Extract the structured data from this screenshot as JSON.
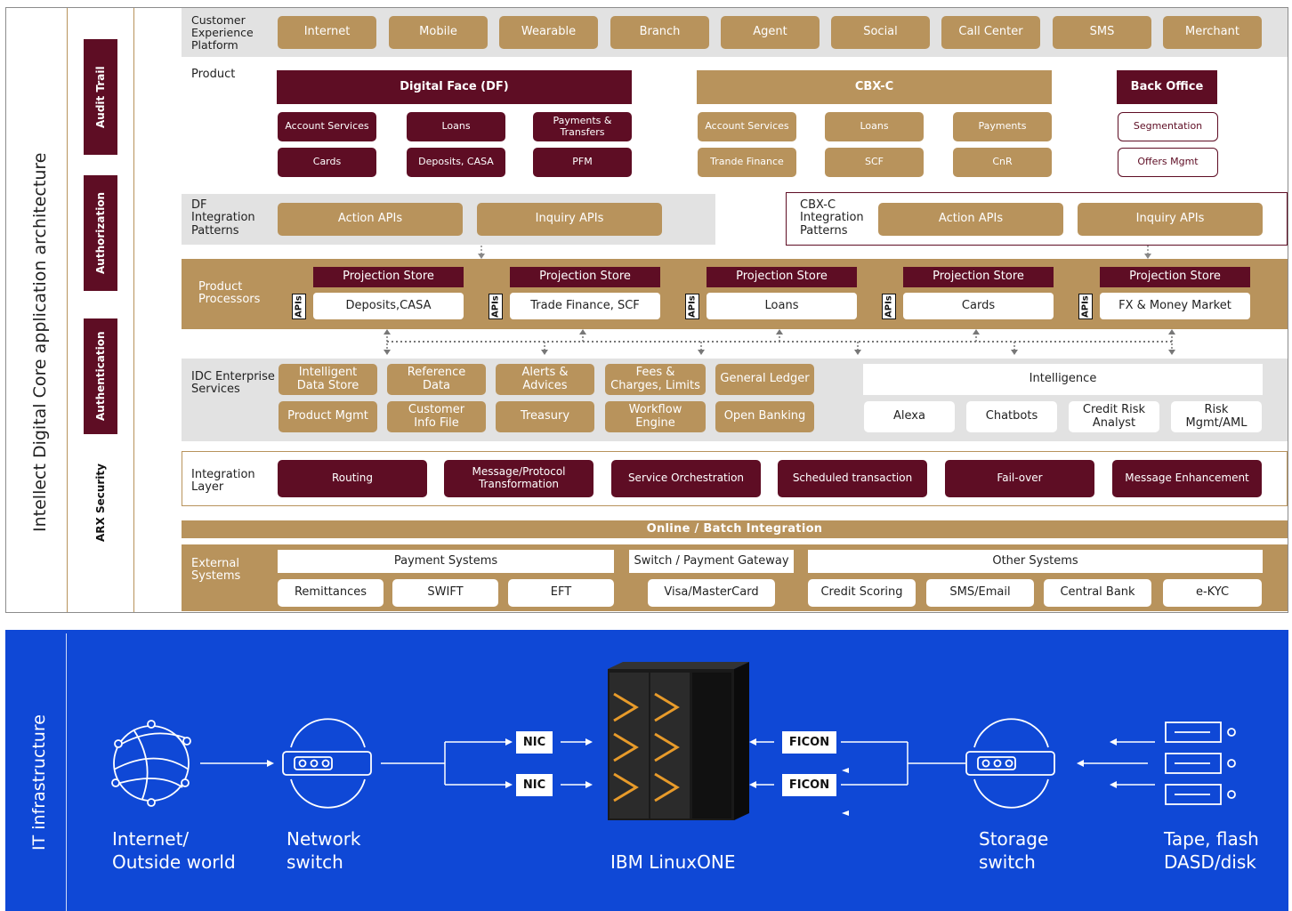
{
  "side_title": "Intellect Digital Core application architecture",
  "security_column": [
    "Audit Trail",
    "Authorization",
    "Authentication",
    "ARX Security"
  ],
  "cx_platform": {
    "label": "Customer\nExperience\nPlatform",
    "channels": [
      "Internet",
      "Mobile",
      "Wearable",
      "Branch",
      "Agent",
      "Social",
      "Call Center",
      "SMS",
      "Merchant"
    ]
  },
  "product": {
    "label": "Product",
    "df": {
      "title": "Digital Face (DF)",
      "items": [
        "Account Services",
        "Loans",
        "Payments &\nTransfers",
        "Cards",
        "Deposits, CASA",
        "PFM"
      ]
    },
    "cbxc": {
      "title": "CBX-C",
      "items": [
        "Account Services",
        "Loans",
        "Payments",
        "Trande Finance",
        "SCF",
        "CnR"
      ]
    },
    "back_office": {
      "title": "Back Office",
      "items": [
        "Segmentation",
        "Offers Mgmt"
      ]
    }
  },
  "df_integration": {
    "label": "DF\nIntegration\nPatterns",
    "apis": [
      "Action APIs",
      "Inquiry APIs"
    ]
  },
  "cbxc_integration": {
    "label": "CBX-C\nIntegration\nPatterns",
    "apis": [
      "Action APIs",
      "Inquiry APIs"
    ]
  },
  "product_processors": {
    "label": "Product\nProcessors",
    "store_title": "Projection Store",
    "apis_tag": "APIs",
    "items": [
      "Deposits,CASA",
      "Trade Finance, SCF",
      "Loans",
      "Cards",
      "FX & Money Market"
    ]
  },
  "enterprise_services": {
    "label": "IDC Enterprise\nServices",
    "items": [
      "Intelligent\nData Store",
      "Reference\nData",
      "Alerts &\nAdvices",
      "Fees &\nCharges, Limits",
      "General Ledger",
      "Product Mgmt",
      "Customer\nInfo File",
      "Treasury",
      "Workflow\nEngine",
      "Open Banking"
    ],
    "intelligence": {
      "title": "Intelligence",
      "items": [
        "Alexa",
        "Chatbots",
        "Credit Risk\nAnalyst",
        "Risk\nMgmt/AML"
      ]
    }
  },
  "integration_layer": {
    "label": "Integration\nLayer",
    "items": [
      "Routing",
      "Message/Protocol\nTransformation",
      "Service Orchestration",
      "Scheduled transaction",
      "Fail-over",
      "Message Enhancement"
    ]
  },
  "online_batch": "Online / Batch Integration",
  "external_systems": {
    "label": "External\nSystems",
    "groups": [
      "Payment Systems",
      "Switch / Payment Gateway",
      "Other Systems"
    ],
    "items": [
      "Remittances",
      "SWIFT",
      "EFT",
      "Visa/MasterCard",
      "Credit Scoring",
      "SMS/Email",
      "Central Bank",
      "e-KYC"
    ]
  },
  "it_infra": {
    "title": "IT infrastructure",
    "nodes": [
      "Internet/\nOutside world",
      "Network\nswitch",
      "IBM LinuxONE",
      "Storage\nswitch",
      "Tape, flash\nDASD/disk"
    ],
    "nic": [
      "NIC",
      "NIC"
    ],
    "ficon": [
      "FICON",
      "FICON"
    ]
  },
  "colors": {
    "maroon": "#5e0d24",
    "tan": "#b8935c",
    "gray": "#e2e2e2",
    "blue": "#0f48d6"
  }
}
